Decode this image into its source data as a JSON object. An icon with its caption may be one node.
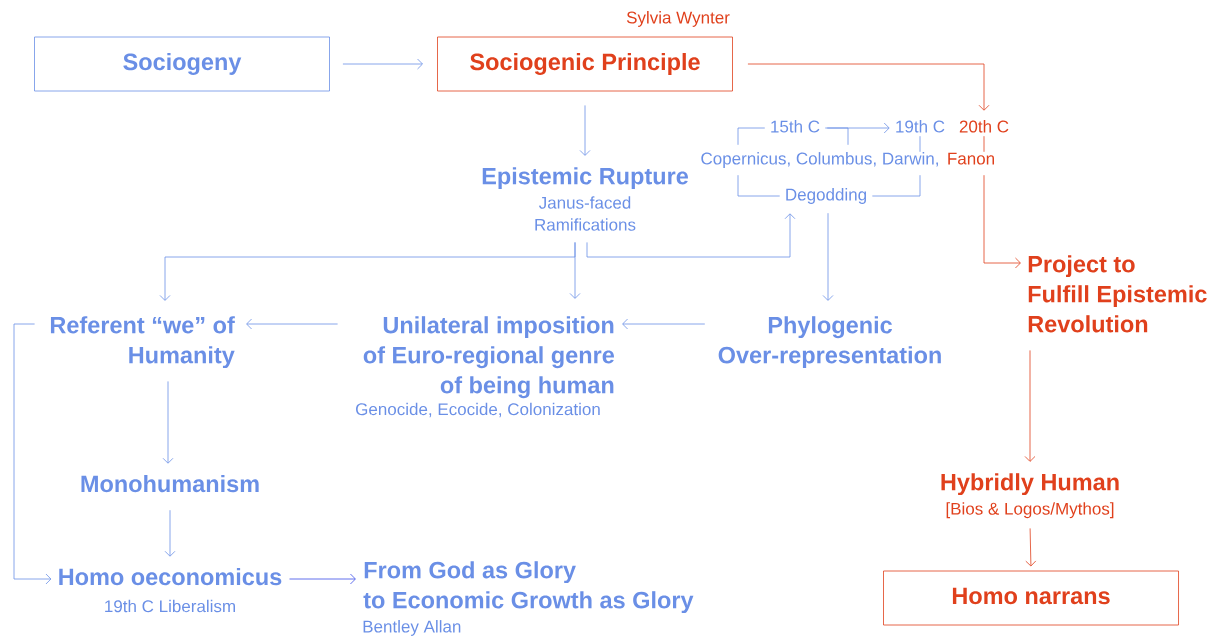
{
  "diagram": {
    "nodes": [
      {
        "text": [
          "Sociogeny"
        ]
      },
      {
        "text": [
          "Sociogenic Principle"
        ],
        "beside": [
          "Sylvia Wynter"
        ]
      },
      {
        "text": [
          "Epistemic Rupture",
          "Janus-faced Ramifications"
        ]
      },
      {
        "text": [
          "15th C"
        ]
      },
      {
        "text": [
          "19th C"
        ]
      },
      {
        "text": [
          "20th C"
        ]
      },
      {
        "text": [
          "Copernicus, Columbus, Darwin,"
        ]
      },
      {
        "text": [
          "Fanon"
        ]
      },
      {
        "text": [
          "Degodding"
        ]
      },
      {
        "text": [
          "Project to Fulfill Epistemic Revolution"
        ]
      },
      {
        "text": [
          "Referent “we” of Humanity"
        ]
      },
      {
        "text": [
          "Unilateral imposition of Euro-regional genre of being human"
        ],
        "beside": [
          "Genocide, Ecocide, Colonization"
        ]
      },
      {
        "text": [
          "Phylogenic Over-representation"
        ]
      },
      {
        "text": [
          "Monohumanism"
        ]
      },
      {
        "text": [
          "Hybridly Human",
          "[Bios & Logos/Mythos]"
        ]
      },
      {
        "text": [
          "Homo oeconomicus"
        ],
        "beside": [
          "19th C Liberalism"
        ]
      },
      {
        "text": [
          "From God as Glory to Economic Growth as Glory"
        ],
        "beside": [
          "Bentley Allan"
        ]
      },
      {
        "text": [
          "Homo narrans"
        ]
      }
    ],
    "edges": [
      {
        "from": 0,
        "to": 1,
        "arrow": "to"
      },
      {
        "from": 1,
        "to": 2,
        "arrow": "to"
      },
      {
        "from": 1,
        "to": 5,
        "arrow": "to",
        "color": "#e0401c"
      },
      {
        "from": 3,
        "to": 4,
        "arrow": "to"
      },
      {
        "from": 3,
        "to": 6,
        "arrow": "none"
      },
      {
        "from": 3,
        "to": 6,
        "arrow": "none"
      },
      {
        "from": 4,
        "to": 6,
        "arrow": "none"
      },
      {
        "from": 5,
        "to": 7,
        "arrow": "none",
        "color": "#e0401c"
      },
      {
        "from": 6,
        "to": 8,
        "arrow": "none"
      },
      {
        "from": 6,
        "to": 8,
        "arrow": "none"
      },
      {
        "from": 7,
        "to": 9,
        "arrow": "to",
        "color": "#e0401c"
      },
      {
        "from": 2,
        "to": 8,
        "arrow": "to"
      },
      {
        "from": 2,
        "to": 10,
        "arrow": "to"
      },
      {
        "from": 2,
        "to": 11,
        "arrow": "to"
      },
      {
        "from": 8,
        "to": 12,
        "arrow": "to"
      },
      {
        "from": 12,
        "to": 11,
        "arrow": "to"
      },
      {
        "from": 11,
        "to": 10,
        "arrow": "to"
      },
      {
        "from": 10,
        "to": 13,
        "arrow": "to"
      },
      {
        "from": 10,
        "to": 15,
        "arrow": "to"
      },
      {
        "from": 13,
        "to": 15,
        "arrow": "to"
      },
      {
        "from": 15,
        "to": 16,
        "arrow": "to",
        "color": "#3b4de8"
      },
      {
        "from": 9,
        "to": 14,
        "arrow": "to",
        "color": "#e0401c"
      },
      {
        "from": 14,
        "to": 17,
        "arrow": "to",
        "color": "#e0401c"
      }
    ]
  }
}
